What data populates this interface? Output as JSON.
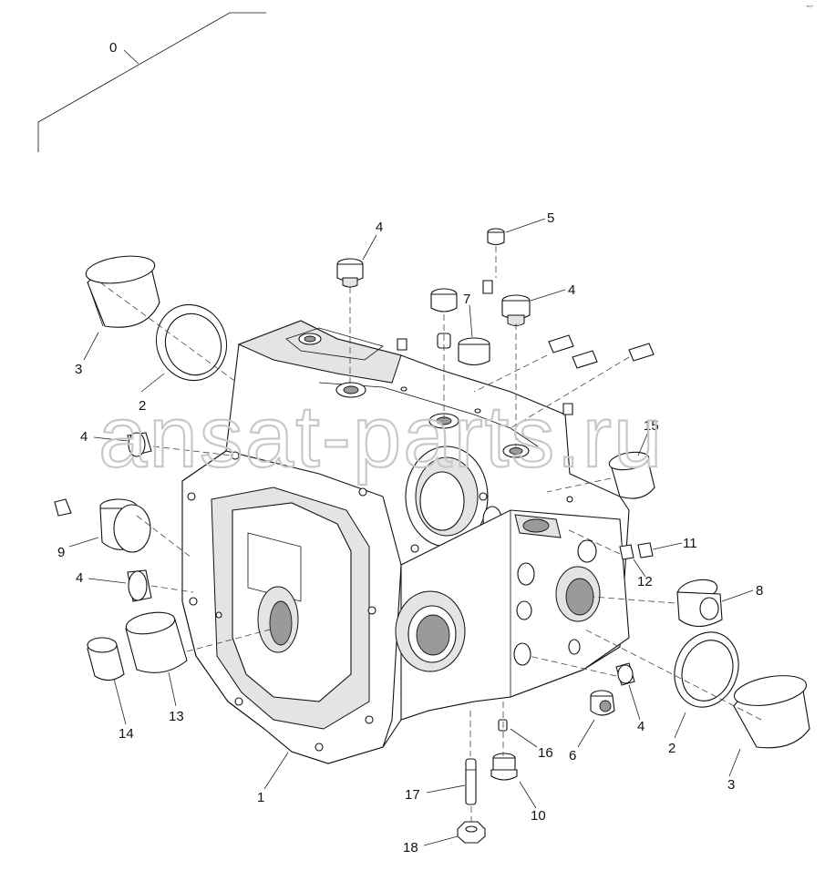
{
  "diagram": {
    "watermark": "ansat-parts.ru",
    "corner_mark": "⌁⌐",
    "callouts": [
      {
        "id": "c0",
        "text": "0"
      },
      {
        "id": "c1",
        "text": "1"
      },
      {
        "id": "c2a",
        "text": "2"
      },
      {
        "id": "c2b",
        "text": "2"
      },
      {
        "id": "c3a",
        "text": "3"
      },
      {
        "id": "c3b",
        "text": "3"
      },
      {
        "id": "c4a",
        "text": "4"
      },
      {
        "id": "c4b",
        "text": "4"
      },
      {
        "id": "c4c",
        "text": "4"
      },
      {
        "id": "c4d",
        "text": "4"
      },
      {
        "id": "c4e",
        "text": "4"
      },
      {
        "id": "c5",
        "text": "5"
      },
      {
        "id": "c6",
        "text": "6"
      },
      {
        "id": "c7",
        "text": "7"
      },
      {
        "id": "c8",
        "text": "8"
      },
      {
        "id": "c9",
        "text": "9"
      },
      {
        "id": "c10",
        "text": "10"
      },
      {
        "id": "c11",
        "text": "11"
      },
      {
        "id": "c12",
        "text": "12"
      },
      {
        "id": "c13",
        "text": "13"
      },
      {
        "id": "c14",
        "text": "14"
      },
      {
        "id": "c15",
        "text": "15"
      },
      {
        "id": "c16",
        "text": "16"
      },
      {
        "id": "c17",
        "text": "17"
      },
      {
        "id": "c18",
        "text": "18"
      }
    ]
  }
}
